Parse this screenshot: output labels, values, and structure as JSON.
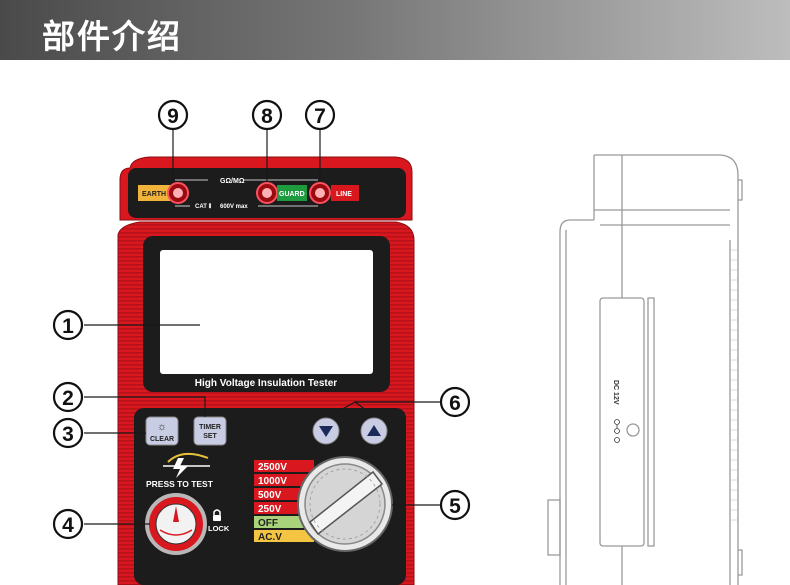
{
  "header": {
    "title": "部件介绍"
  },
  "callouts": [
    "1",
    "2",
    "3",
    "4",
    "5",
    "6",
    "7",
    "8",
    "9"
  ],
  "terminals": {
    "top_label": "GΩ/MΩ",
    "cat_label": "CAT Ⅱ",
    "volt_label": "600V max",
    "earth": "EARTH",
    "guard": "GUARD",
    "line": "LINE"
  },
  "display": {
    "caption": "High Voltage Insulation Tester"
  },
  "buttons": {
    "clear": "CLEAR",
    "timer_line1": "TIMER",
    "timer_line2": "SET",
    "press_to_test": "PRESS TO TEST",
    "lock": "LOCK"
  },
  "ranges": [
    "2500V",
    "1000V",
    "500V",
    "250V",
    "OFF",
    "AC.V"
  ],
  "side": {
    "dc_label": "DC 12V"
  },
  "colors": {
    "red": "#d8171f",
    "dark": "#1c1c1c",
    "earth": "#f1b33a",
    "guard": "#1e9a3f",
    "off": "#a9d37a",
    "acv": "#f4c542"
  }
}
